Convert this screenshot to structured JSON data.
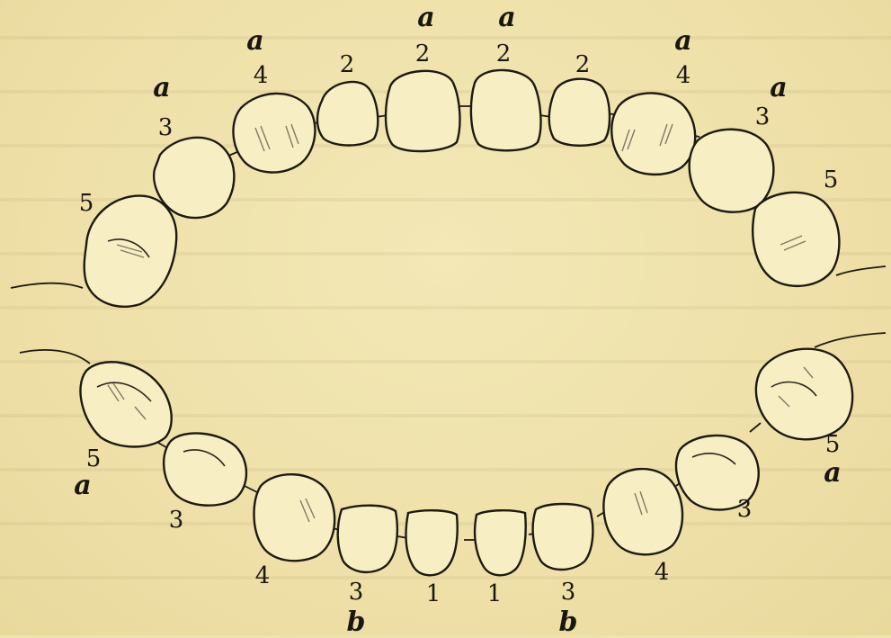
{
  "upper_jaw": {
    "numbers": [
      "5",
      "3",
      "4",
      "2",
      "2",
      "2",
      "2",
      "4",
      "3",
      "5"
    ],
    "letters": [
      "a",
      "a",
      "a",
      "a",
      "a",
      "a"
    ]
  },
  "lower_jaw": {
    "numbers": [
      "5",
      "3",
      "4",
      "3",
      "1",
      "1",
      "3",
      "4",
      "3",
      "5"
    ],
    "letters": [
      "a",
      "b",
      "b",
      "a"
    ]
  }
}
